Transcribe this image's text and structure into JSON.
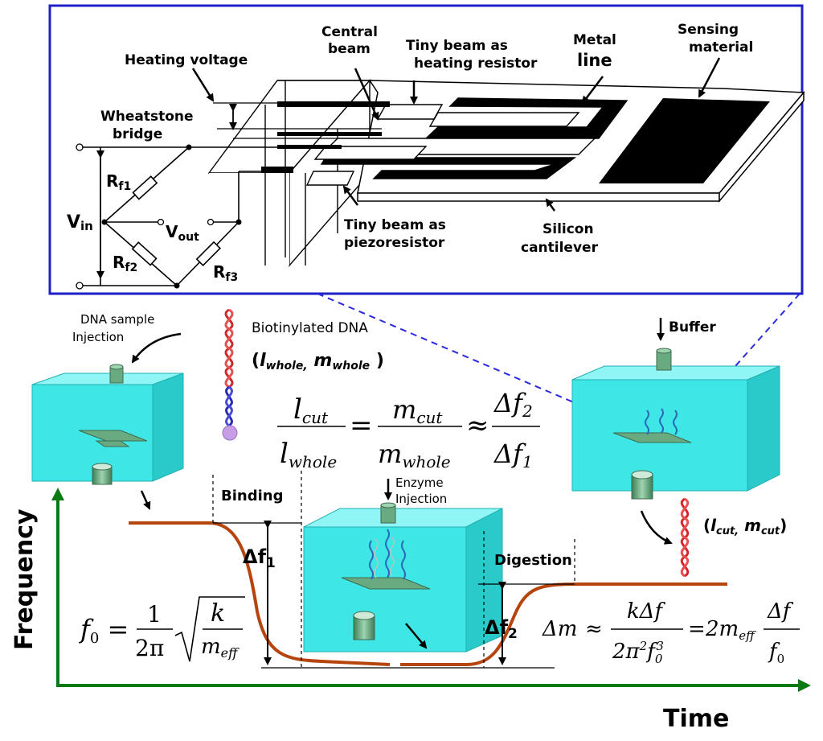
{
  "colors": {
    "frame": "#1f1fc8",
    "cube": "#3fe6e6",
    "curve": "#b5450d",
    "axis": "#0a7a14",
    "dashed": "#2a2ae0",
    "dna_red": "#d42828",
    "dna_blue": "#2a2ab8",
    "bead": "#c79ee6",
    "cylinder": "#6aaa80"
  },
  "cantilever": {
    "heating_voltage": "Heating voltage",
    "wheatstone_line1": "Wheatstone",
    "wheatstone_line2": "bridge",
    "central_beam_line1": "Central",
    "central_beam_line2": "beam",
    "tiny_heating_line1": "Tiny beam as",
    "tiny_heating_line2": "heating resistor",
    "metal_line_line1": "Metal",
    "metal_line_line2": "line",
    "sensing_line1": "Sensing",
    "sensing_line2": "material",
    "tiny_piezo_line1": "Tiny beam as",
    "tiny_piezo_line2": "piezoresistor",
    "silicon_line1": "Silicon",
    "silicon_line2": "cantilever",
    "v_in": "V",
    "v_in_sub": "in",
    "v_out": "V",
    "v_out_sub": "out",
    "r": "R",
    "rf1_sub": "f1",
    "rf2_sub": "f2",
    "rf3_sub": "f3"
  },
  "process": {
    "dna_sample_line1": "DNA sample",
    "dna_sample_line2": "Injection",
    "biotinylated": "Biotinylated DNA",
    "l_whole": "l",
    "l_whole_sub": "whole,",
    "m_whole": "m",
    "m_whole_sub": "whole",
    "buffer": "Buffer",
    "enzyme_line1": "Enzyme",
    "enzyme_line2": "Injection",
    "binding": "Binding",
    "digestion": "Digestion",
    "delta_f1": "Δf",
    "delta_f1_sub": "1",
    "delta_f2": "Δf",
    "delta_f2_sub": "2",
    "l_cut": "l",
    "l_cut_sub": "cut,",
    "m_cut": "m",
    "m_cut_sub": "cut"
  },
  "equations": {
    "ratio_l_num": "l",
    "ratio_l_num_sub": "cut",
    "ratio_l_den": "l",
    "ratio_l_den_sub": "whole",
    "eq_sign": "=",
    "ratio_m_num": "m",
    "ratio_m_num_sub": "cut",
    "ratio_m_den": "m",
    "ratio_m_den_sub": "whole",
    "approx": "≈",
    "ratio_f_num": "Δf",
    "ratio_f_num_sub": "2",
    "ratio_f_den": "Δf",
    "ratio_f_den_sub": "1",
    "f0": "f",
    "f0_sub": "0",
    "one": "1",
    "two_pi": "2π",
    "k": "k",
    "m_eff": "m",
    "m_eff_sub": "eff",
    "dm": "Δm",
    "k_df": "kΔf",
    "two_pi_sq": "2π",
    "sq": "2",
    "f0_cubed": "f",
    "cube_sub": "0",
    "cube_sup": "3",
    "two_m": "2m",
    "df": "Δf",
    "den_f0": "f"
  },
  "axes": {
    "y_label": "Frequency",
    "x_label": "Time"
  }
}
